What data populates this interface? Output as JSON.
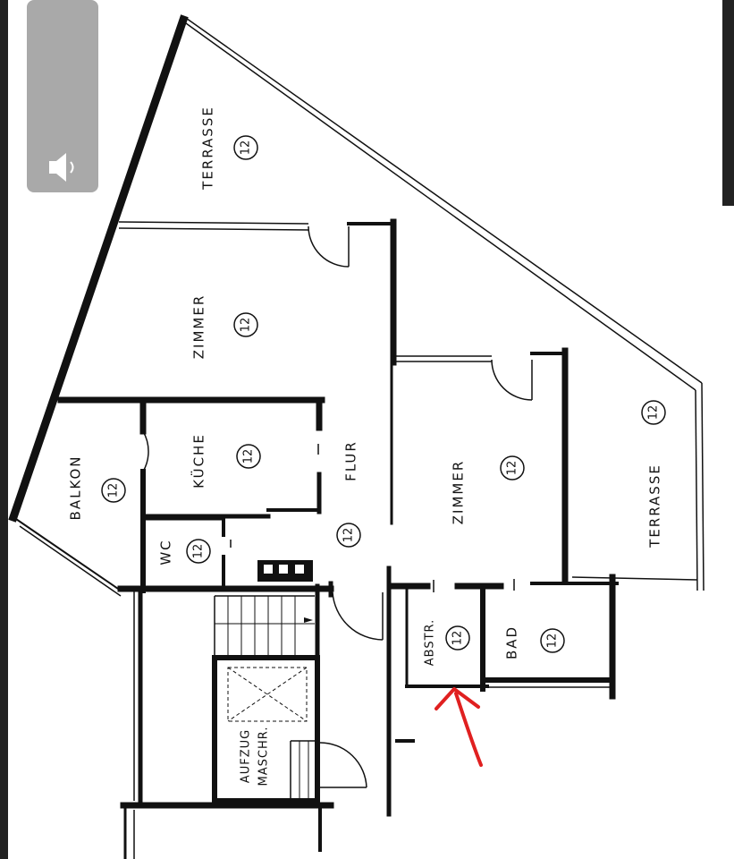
{
  "rooms": {
    "terrasse_top": {
      "label": "TERRASSE",
      "number": "12"
    },
    "zimmer_left": {
      "label": "ZIMMER",
      "number": "12"
    },
    "kueche": {
      "label": "KÜCHE",
      "number": "12"
    },
    "balkon": {
      "label": "BALKON",
      "number": "12"
    },
    "flur": {
      "label": "FLUR",
      "number": "12"
    },
    "wc": {
      "label": "WC",
      "number": "12"
    },
    "zimmer_right": {
      "label": "ZIMMER",
      "number": "12"
    },
    "terrasse_right": {
      "label": "TERRASSE",
      "number": "12"
    },
    "abstr": {
      "label": "ABSTR.",
      "number": "12"
    },
    "bad": {
      "label": "BAD",
      "number": "12"
    },
    "aufzug": {
      "label_line1": "AUFZUG",
      "label_line2": "MASCHR."
    }
  },
  "overlay": {
    "volume_icon": "speaker-icon",
    "arrow_color": "#e02020"
  }
}
